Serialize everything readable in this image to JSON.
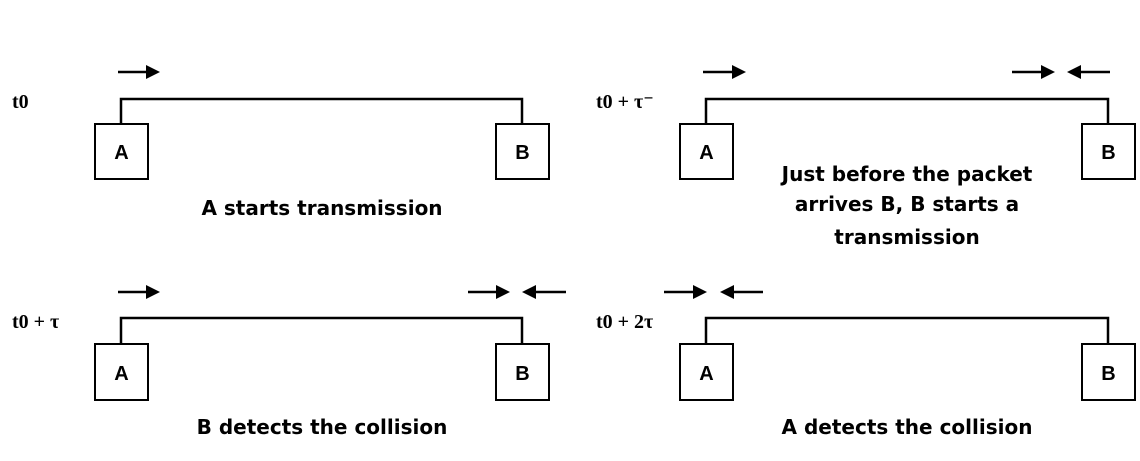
{
  "panels": [
    {
      "time_label": "t0",
      "node_a": "A",
      "node_b": "B",
      "caption_lines": [
        "A starts transmission"
      ]
    },
    {
      "time_label": "t0 + τ⁻",
      "node_a": "A",
      "node_b": "B",
      "caption_lines": [
        "Just before the packet",
        "arrives B, B starts a",
        "transmission"
      ]
    },
    {
      "time_label": "t0 + τ",
      "node_a": "A",
      "node_b": "B",
      "caption_lines": [
        "B detects the collision"
      ]
    },
    {
      "time_label": "t0 + 2τ",
      "node_a": "A",
      "node_b": "B",
      "caption_lines": [
        "A detects the collision"
      ]
    }
  ]
}
